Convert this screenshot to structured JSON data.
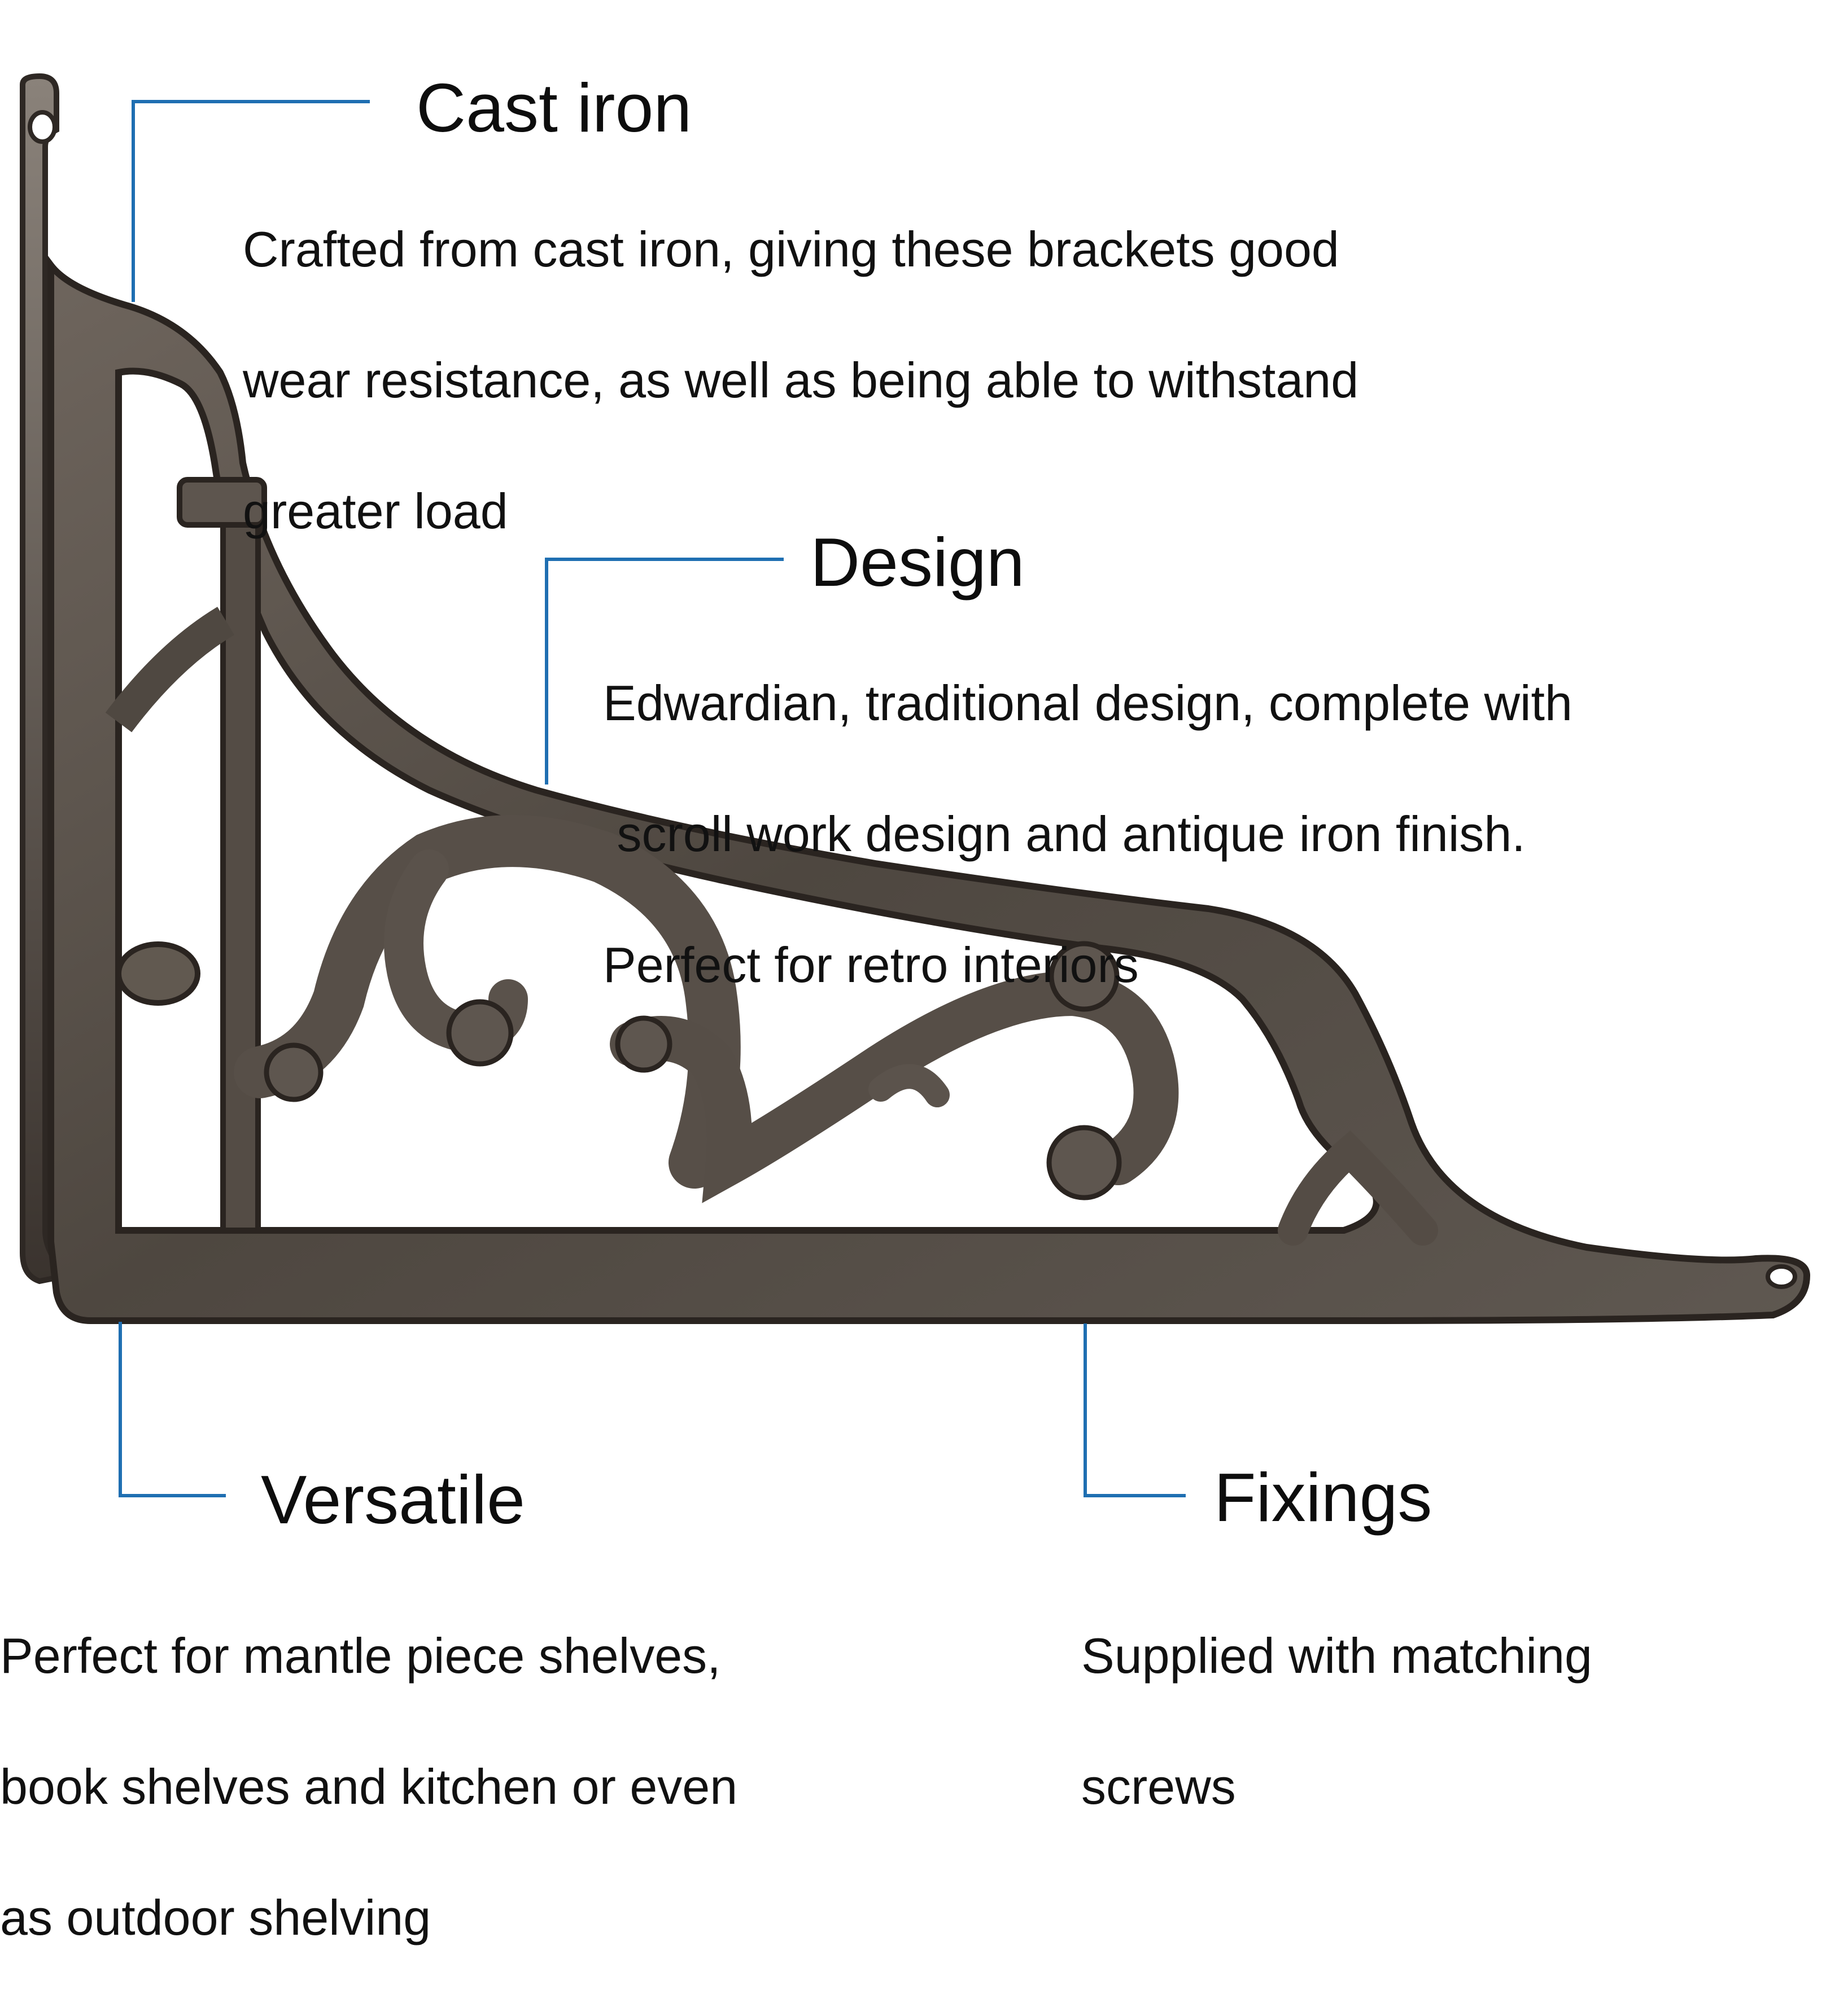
{
  "colors": {
    "background": "#ffffff",
    "leader_line": "#1f6fb2",
    "text": "#111111",
    "iron_dark": "#3a332e",
    "iron_mid": "#5b534c",
    "iron_light": "#8a827a"
  },
  "product": {
    "icon": "cast-iron-shelf-bracket"
  },
  "features": {
    "cast_iron": {
      "title": "Cast iron",
      "lines": [
        "Crafted from cast iron, giving these brackets good",
        "wear resistance, as well as being able to withstand",
        "greater load"
      ]
    },
    "design": {
      "title": "Design",
      "lines": [
        "Edwardian, traditional design, complete with",
        " scroll work design and antique iron finish.",
        "Perfect for retro interiors"
      ]
    },
    "versatile": {
      "title": "Versatile",
      "lines": [
        "Perfect for mantle piece shelves,",
        "book shelves and kitchen or even",
        "as outdoor shelving"
      ]
    },
    "fixings": {
      "title": "Fixings",
      "lines": [
        "Supplied with matching",
        "screws"
      ]
    }
  }
}
